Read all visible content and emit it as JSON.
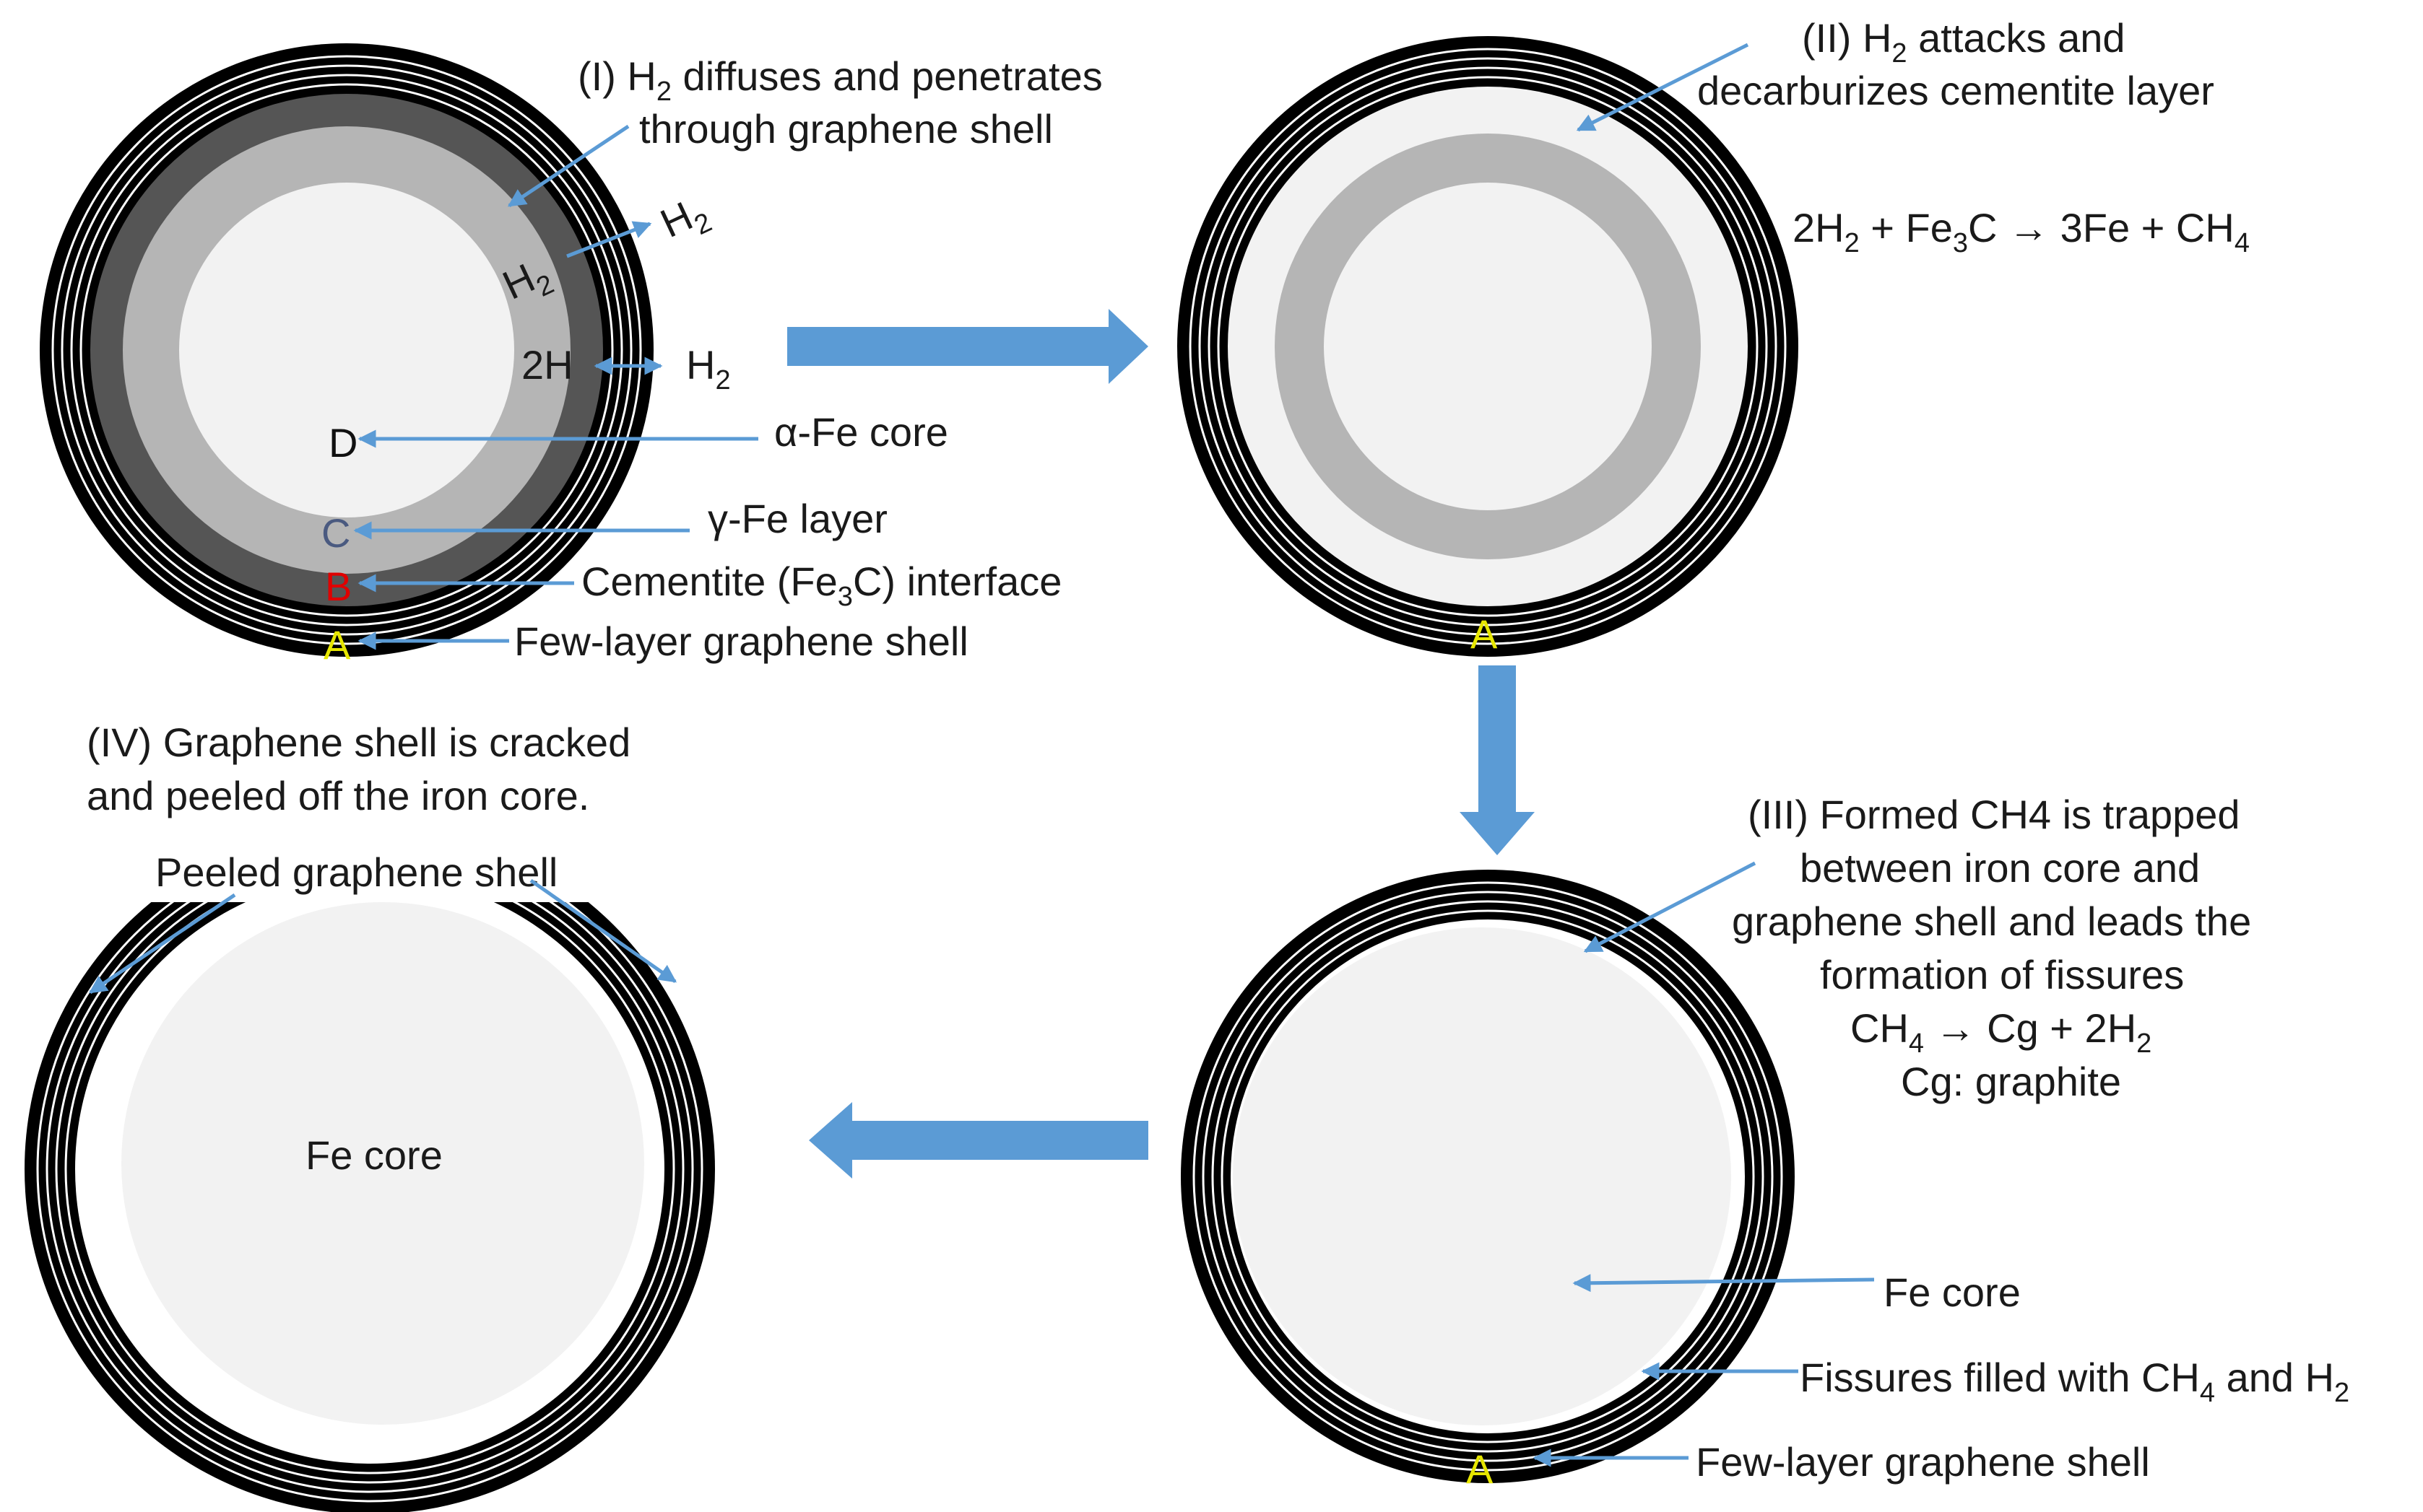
{
  "colors": {
    "shell": "#000000",
    "cementite": "#555555",
    "gamma_fe": "#b5b5b5",
    "alpha_fe": "#f2f2f2",
    "pointer": "#5b9bd5",
    "arrow": "#5b9bd5",
    "label_A": "#e6e600",
    "label_B": "#e00000",
    "label_C": "#4a5a80",
    "label_D": "#111111"
  },
  "stage1": {
    "title_line1_pre": "(I) H",
    "title_line1_sub": "2",
    "title_line1_post": " diffuses and penetrates",
    "title_line2": "through graphene shell",
    "h2_inner": "H",
    "h2_inner_sub": "2",
    "h2_outer": "H",
    "h2_outer_sub": "2",
    "two_h": "2H",
    "h2_right": "H",
    "h2_right_sub": "2",
    "letter_D": "D",
    "letter_C": "C",
    "letter_B": "B",
    "letter_A": "A",
    "alpha_label": "α-Fe core",
    "gamma_label": "γ-Fe layer",
    "cementite_pre": "Cementite (Fe",
    "cementite_sub": "3",
    "cementite_post": "C) interface",
    "shell_label": "Few-layer graphene shell"
  },
  "stage2": {
    "title_line1_pre": "(II) H",
    "title_line1_sub": "2",
    "title_line1_post": " attacks and",
    "title_line2": "decarburizes cementite layer",
    "eq_a": "2H",
    "eq_a_sub": "2",
    "eq_b": " + Fe",
    "eq_b_sub": "3",
    "eq_c": "C → 3Fe + CH",
    "eq_c_sub": "4",
    "letter_A": "A"
  },
  "stage3": {
    "title_line1": "(III) Formed CH4 is trapped",
    "title_line2": "between iron core and",
    "title_line3": "graphene shell and leads the",
    "title_line4": "formation of fissures",
    "eq_a": "CH",
    "eq_a_sub": "4",
    "eq_b": " → Cg + 2H",
    "eq_b_sub": "2",
    "eq_note": "Cg: graphite",
    "fe_core": "Fe core",
    "fissures_pre": "Fissures filled with CH",
    "fissures_sub": "4",
    "fissures_post": " and H",
    "fissures_sub2": "2",
    "shell_label": "Few-layer graphene shell",
    "letter_A": "A"
  },
  "stage4": {
    "title_line1": "(IV) Graphene shell is cracked",
    "title_line2": "and peeled off the iron core.",
    "peeled_label": "Peeled graphene shell",
    "fe_core": "Fe core"
  }
}
